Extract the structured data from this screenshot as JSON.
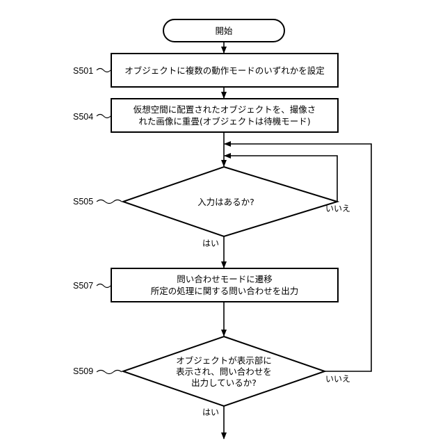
{
  "flowchart": {
    "start": {
      "label": "開始"
    },
    "s501": {
      "step_id": "S501",
      "line1": "オブジェクトに複数の動作モードのいずれかを設定"
    },
    "s504": {
      "step_id": "S504",
      "line1": "仮想空間に配置されたオブジェクトを、撮像さ",
      "line2": "れた画像に重畳(オブジェクトは待機モード)"
    },
    "s505": {
      "step_id": "S505",
      "line1": "入力はあるか?",
      "yes_label": "はい",
      "no_label": "いいえ"
    },
    "s507": {
      "step_id": "S507",
      "line1": "問い合わせモードに遷移",
      "line2": "所定の処理に関する問い合わせを出力"
    },
    "s509": {
      "step_id": "S509",
      "line1": "オブジェクトが表示部に",
      "line2": "表示され、問い合わせを",
      "line3": "出力しているか?",
      "yes_label": "はい",
      "no_label": "いいえ"
    }
  }
}
